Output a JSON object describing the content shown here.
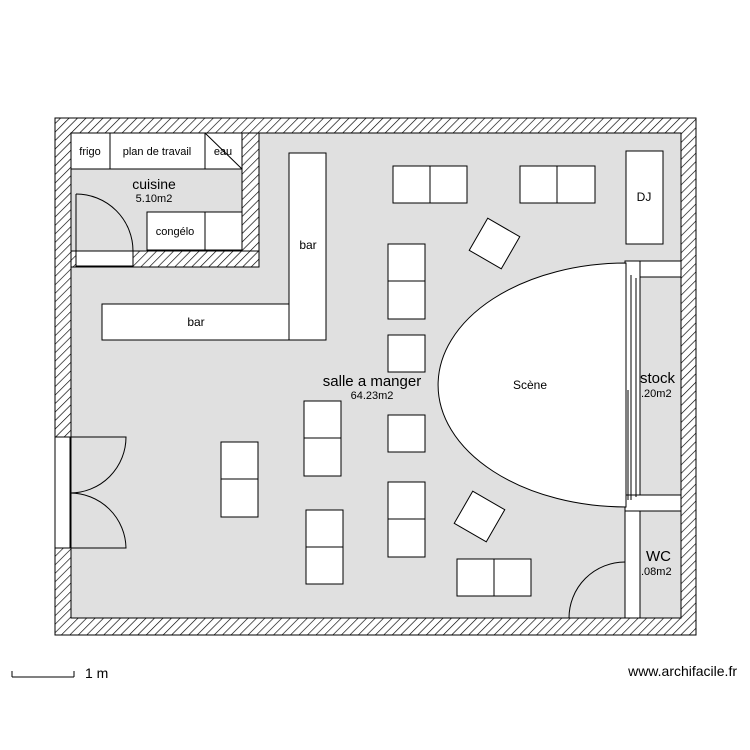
{
  "rooms": {
    "cuisine": {
      "name": "cuisine",
      "area": "5.10m2"
    },
    "salle": {
      "name": "salle a manger",
      "area": "64.23m2"
    },
    "stock": {
      "name": "stock",
      "area": ".20m2"
    },
    "wc": {
      "name": "WC",
      "area": ".08m2"
    }
  },
  "fixtures": {
    "frigo": "frigo",
    "plan_de_travail": "plan de travail",
    "eau": "eau",
    "congelo": "congélo",
    "bar_vertical": "bar",
    "bar_horizontal": "bar",
    "dj": "DJ",
    "scene": "Scène"
  },
  "scale": {
    "label": "1 m"
  },
  "watermark": "www.archifacile.fr",
  "colors": {
    "floor": "#e0e0e0",
    "wall_fill": "#ffffff",
    "wall_hatch": "#000000",
    "furniture": "#ffffff"
  }
}
